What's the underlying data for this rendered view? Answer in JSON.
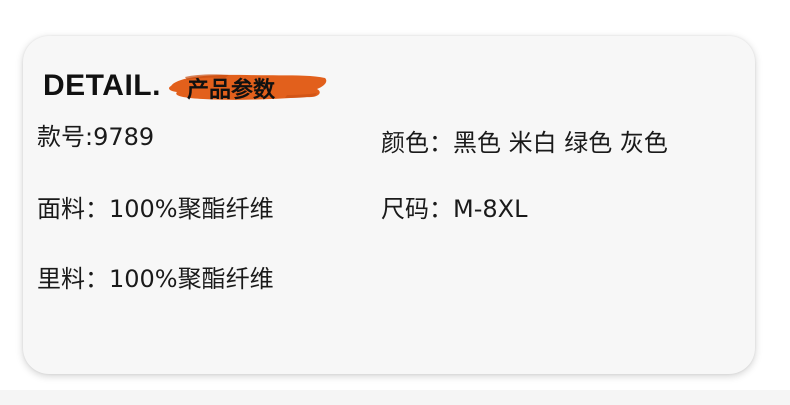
{
  "detail": {
    "title_en": "DETAIL.",
    "title_cn": "产品参数",
    "accent_color": "#e2601c"
  },
  "specs": {
    "style_no": "款号:9789",
    "color": "颜色：黑色 米白 绿色 灰色",
    "fabric": "面料：100%聚酯纤维",
    "size": "尺码：M-8XL",
    "lining": "里料：100%聚酯纤维"
  }
}
